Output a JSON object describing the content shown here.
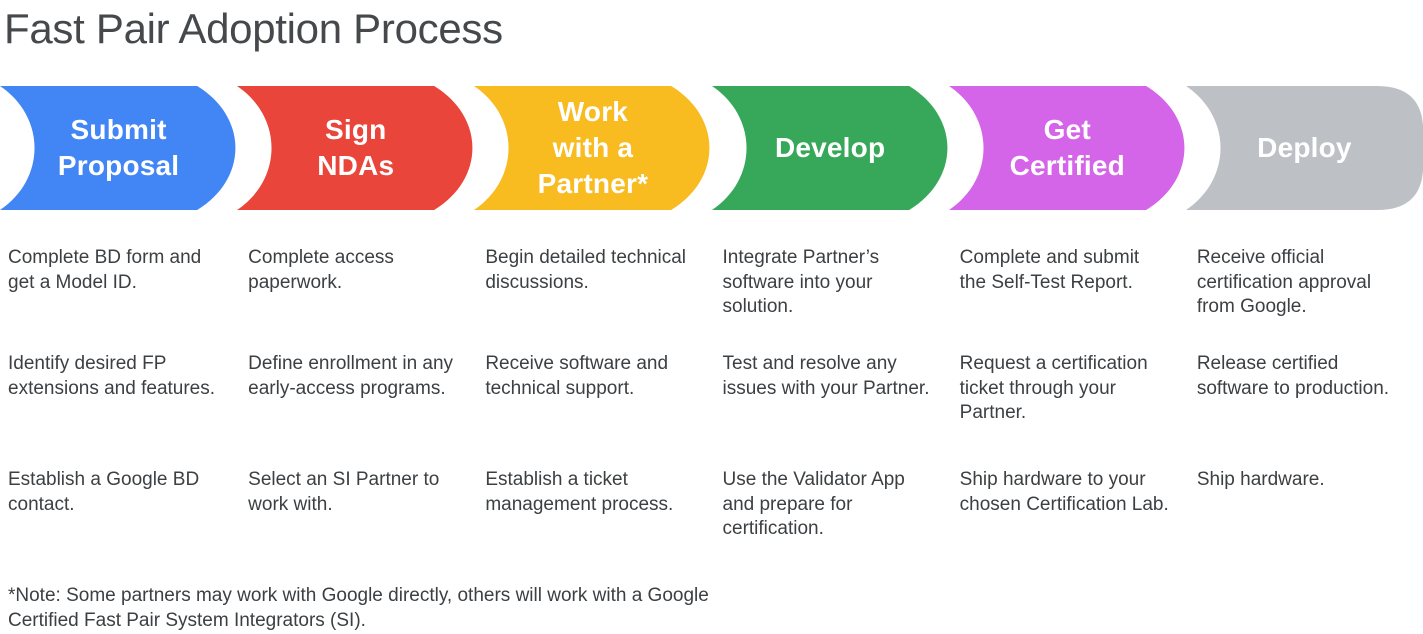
{
  "title": "Fast Pair Adoption Process",
  "colors": {
    "title_text": "#46494C",
    "body_text": "#3C4043",
    "stage_label_text": "#FFFFFF",
    "background": "#FFFFFF"
  },
  "stages": [
    {
      "label": "Submit\nProposal",
      "color": "#4285F4",
      "items": [
        "Complete BD form and get a Model ID.",
        "Identify desired FP extensions and features.",
        "Establish a Google BD contact."
      ]
    },
    {
      "label": "Sign\nNDAs",
      "color": "#E9453A",
      "items": [
        "Complete access paperwork.",
        "Define enrollment in any early-access programs.",
        "Select an SI Partner to work with."
      ]
    },
    {
      "label": "Work\nwith a\nPartner*",
      "color": "#F8BB20",
      "items": [
        "Begin detailed technical discussions.",
        "Receive software and technical support.",
        "Establish a ticket management process."
      ]
    },
    {
      "label": "Develop",
      "color": "#37A85A",
      "items": [
        "Integrate Partner’s software into your solution.",
        "Test and resolve any issues with your Partner.",
        "Use the Validator App and prepare for certification."
      ]
    },
    {
      "label": "Get\nCertified",
      "color": "#D565E8",
      "items": [
        "Complete and submit the Self-Test Report.",
        "Request a certification ticket through your Partner.",
        "Ship hardware to your chosen Certification Lab."
      ]
    },
    {
      "label": "Deploy",
      "color": "#BDC1C6",
      "items": [
        "Receive official certification approval from Google.",
        "Release certified software to production.",
        "Ship hardware."
      ]
    }
  ],
  "footnote": "*Note: Some partners may work with Google directly, others will work with a Google Certified Fast Pair System Integrators (SI)."
}
